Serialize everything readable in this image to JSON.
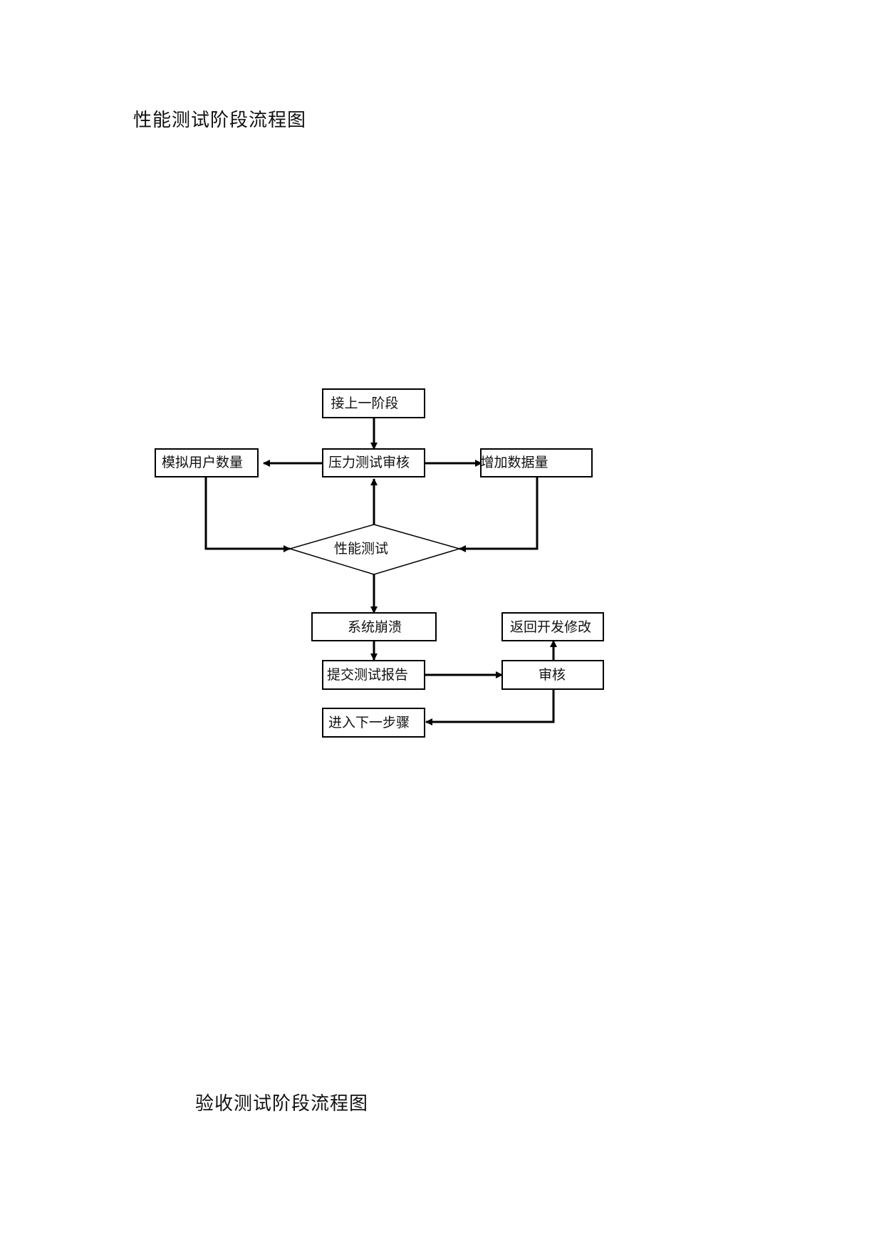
{
  "headings": {
    "performance": "性能测试阶段流程图",
    "acceptance": "验收测试阶段流程图"
  },
  "flowchart": {
    "nodes": {
      "prev_stage": "接上一阶段",
      "stress_review": "压力测试审核",
      "simulate_users": "模拟用户数量",
      "increase_data": "增加数据量",
      "perf_test": "性能测试",
      "system_crash": "系统崩溃",
      "submit_report": "提交测试报告",
      "review": "审核",
      "return_dev": "返回开发修改",
      "next_step": "进入下一步骤"
    }
  }
}
